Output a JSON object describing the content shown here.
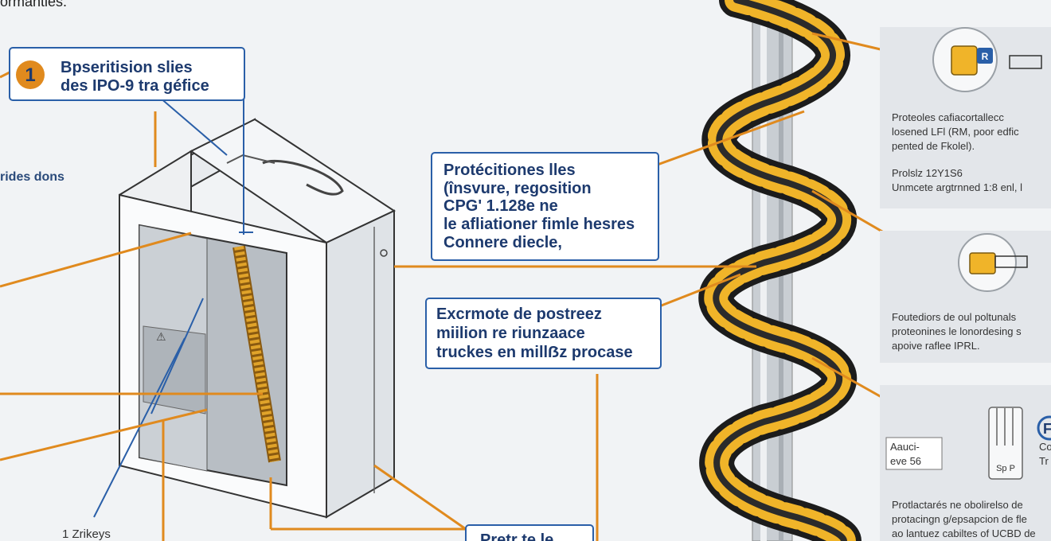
{
  "header": {
    "fragment": "ormanties."
  },
  "callout_number": "1",
  "box1": {
    "lines": [
      "Bpseritision slies",
      "des IPO-9 tra géfice"
    ]
  },
  "side_label": "rides dons",
  "box2": {
    "lines": [
      "Protécitiones lles",
      "(însvure, regosition",
      "CPG' 1.128e ne",
      "le afliationer fimle hesres",
      "Connere diecle,"
    ]
  },
  "box3": {
    "lines": [
      "Excrmote de postreez",
      "miilion re riunzaace",
      "truckes en millẞz procase"
    ]
  },
  "box4": {
    "text": "Pretr te le"
  },
  "bottom_label": "1 Zrikeys",
  "panels": [
    {
      "lines": [
        "Proteoles cafiacortallecc",
        "losened LFl (RM, poor edfic",
        "pented de Fkolel)."
      ],
      "sub": [
        "Prolslz 12Y1S6",
        "Unmcete argtrnned 1:8 enl, l"
      ],
      "icon_text": "R"
    },
    {
      "lines": [
        "Foutediors de oul poltunals",
        "proteonines le lonordesing s",
        "apoive raflee IPRL."
      ]
    },
    {
      "lines": [
        "Protlactarés ne obolirelso de",
        "protacingn g/epsapcion de fle",
        "ao lantuez cabiltes of UCBD de"
      ],
      "label": [
        "Aauci-",
        "eve 56"
      ],
      "tag": "Sp P",
      "icon_text": "F",
      "edge": [
        "Co",
        "Tr"
      ]
    }
  ],
  "colors": {
    "orange": "#e08a1e",
    "navy": "#1d3a6e",
    "cable_yellow": "#f0b429",
    "cable_black": "#1c1c1c",
    "blue_line": "#2a5fa8"
  }
}
